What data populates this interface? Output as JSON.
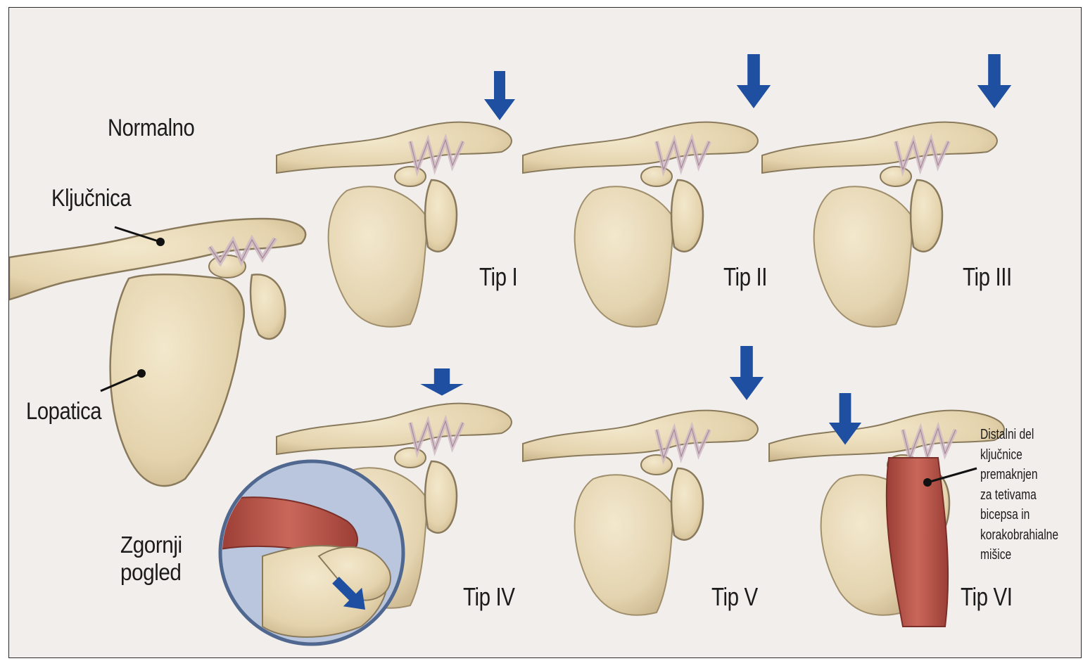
{
  "labels": {
    "normal": "Normalno",
    "clavicle": "Ključnica",
    "scapula": "Lopatica",
    "top_view_line1": "Zgornji",
    "top_view_line2": "pogled"
  },
  "types": [
    "Tip I",
    "Tip II",
    "Tip III",
    "Tip IV",
    "Tip V",
    "Tip VI"
  ],
  "note_lines": [
    "Distalni del",
    "ključnice",
    "premaknjen",
    "za tetivama",
    "bicepsa in",
    "korakobrahialne",
    "mišice"
  ],
  "colors": {
    "background": "#f2eeec",
    "bone": "#e8d9b8",
    "bone_outline": "#8a7a5c",
    "ligament": "#d9c9cf",
    "arrow": "#1f4fa0",
    "muscle": "#b8554a",
    "inset_bg": "#b9c6dd"
  }
}
